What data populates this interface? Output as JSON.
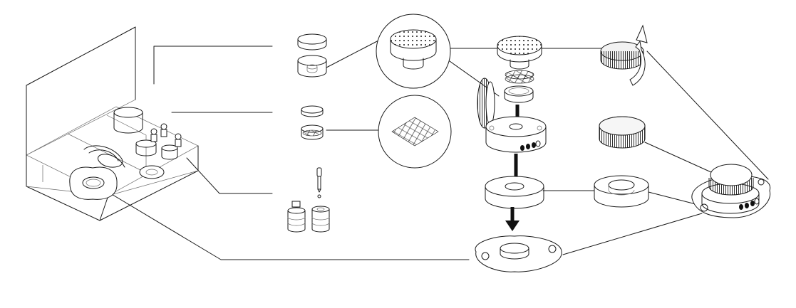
{
  "figure": {
    "background": "#ffffff",
    "line_color": "#1a1a1a",
    "accent_color": "#111111",
    "style": "isometric line-art exploded assembly diagram",
    "components": [
      "open-kit-box",
      "sealed-container-pair",
      "mesh-disc-pair",
      "dropper-bottles",
      "textured-cap-magnified",
      "mesh-pattern-magnified",
      "textured-cap",
      "mesh-filter-disc",
      "knurled-ring",
      "collar-ring",
      "device-top-module",
      "device-base-module",
      "open-ring",
      "mounting-plate",
      "clear-lid-with-rotation",
      "clear-lid-loose",
      "assembled-device"
    ]
  }
}
